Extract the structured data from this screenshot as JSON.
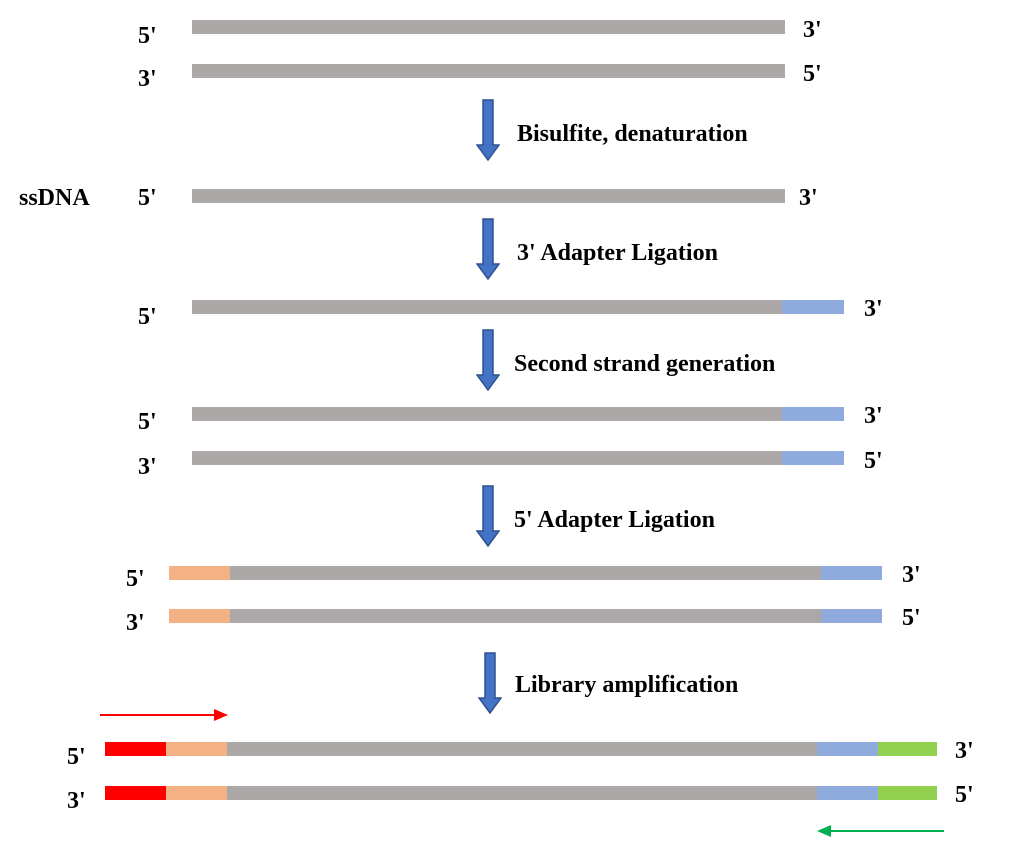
{
  "labels": {
    "five_prime": "5'",
    "three_prime": "3'",
    "ssdna": "ssDNA"
  },
  "steps": [
    "Bisulfite, denaturation",
    "3' Adapter Ligation",
    "Second strand generation",
    "5' Adapter Ligation",
    "Library amplification"
  ],
  "colors": {
    "dna": "#aca8a8",
    "adapter_3": "#8faadc",
    "adapter_5": "#f4b183",
    "primer_forward": "#ff0000",
    "primer_reverse_tail": "#92d050",
    "step_arrow": "#4472c4",
    "forward_primer_arrow": "#ff0000",
    "reverse_primer_arrow": "#00b050"
  }
}
